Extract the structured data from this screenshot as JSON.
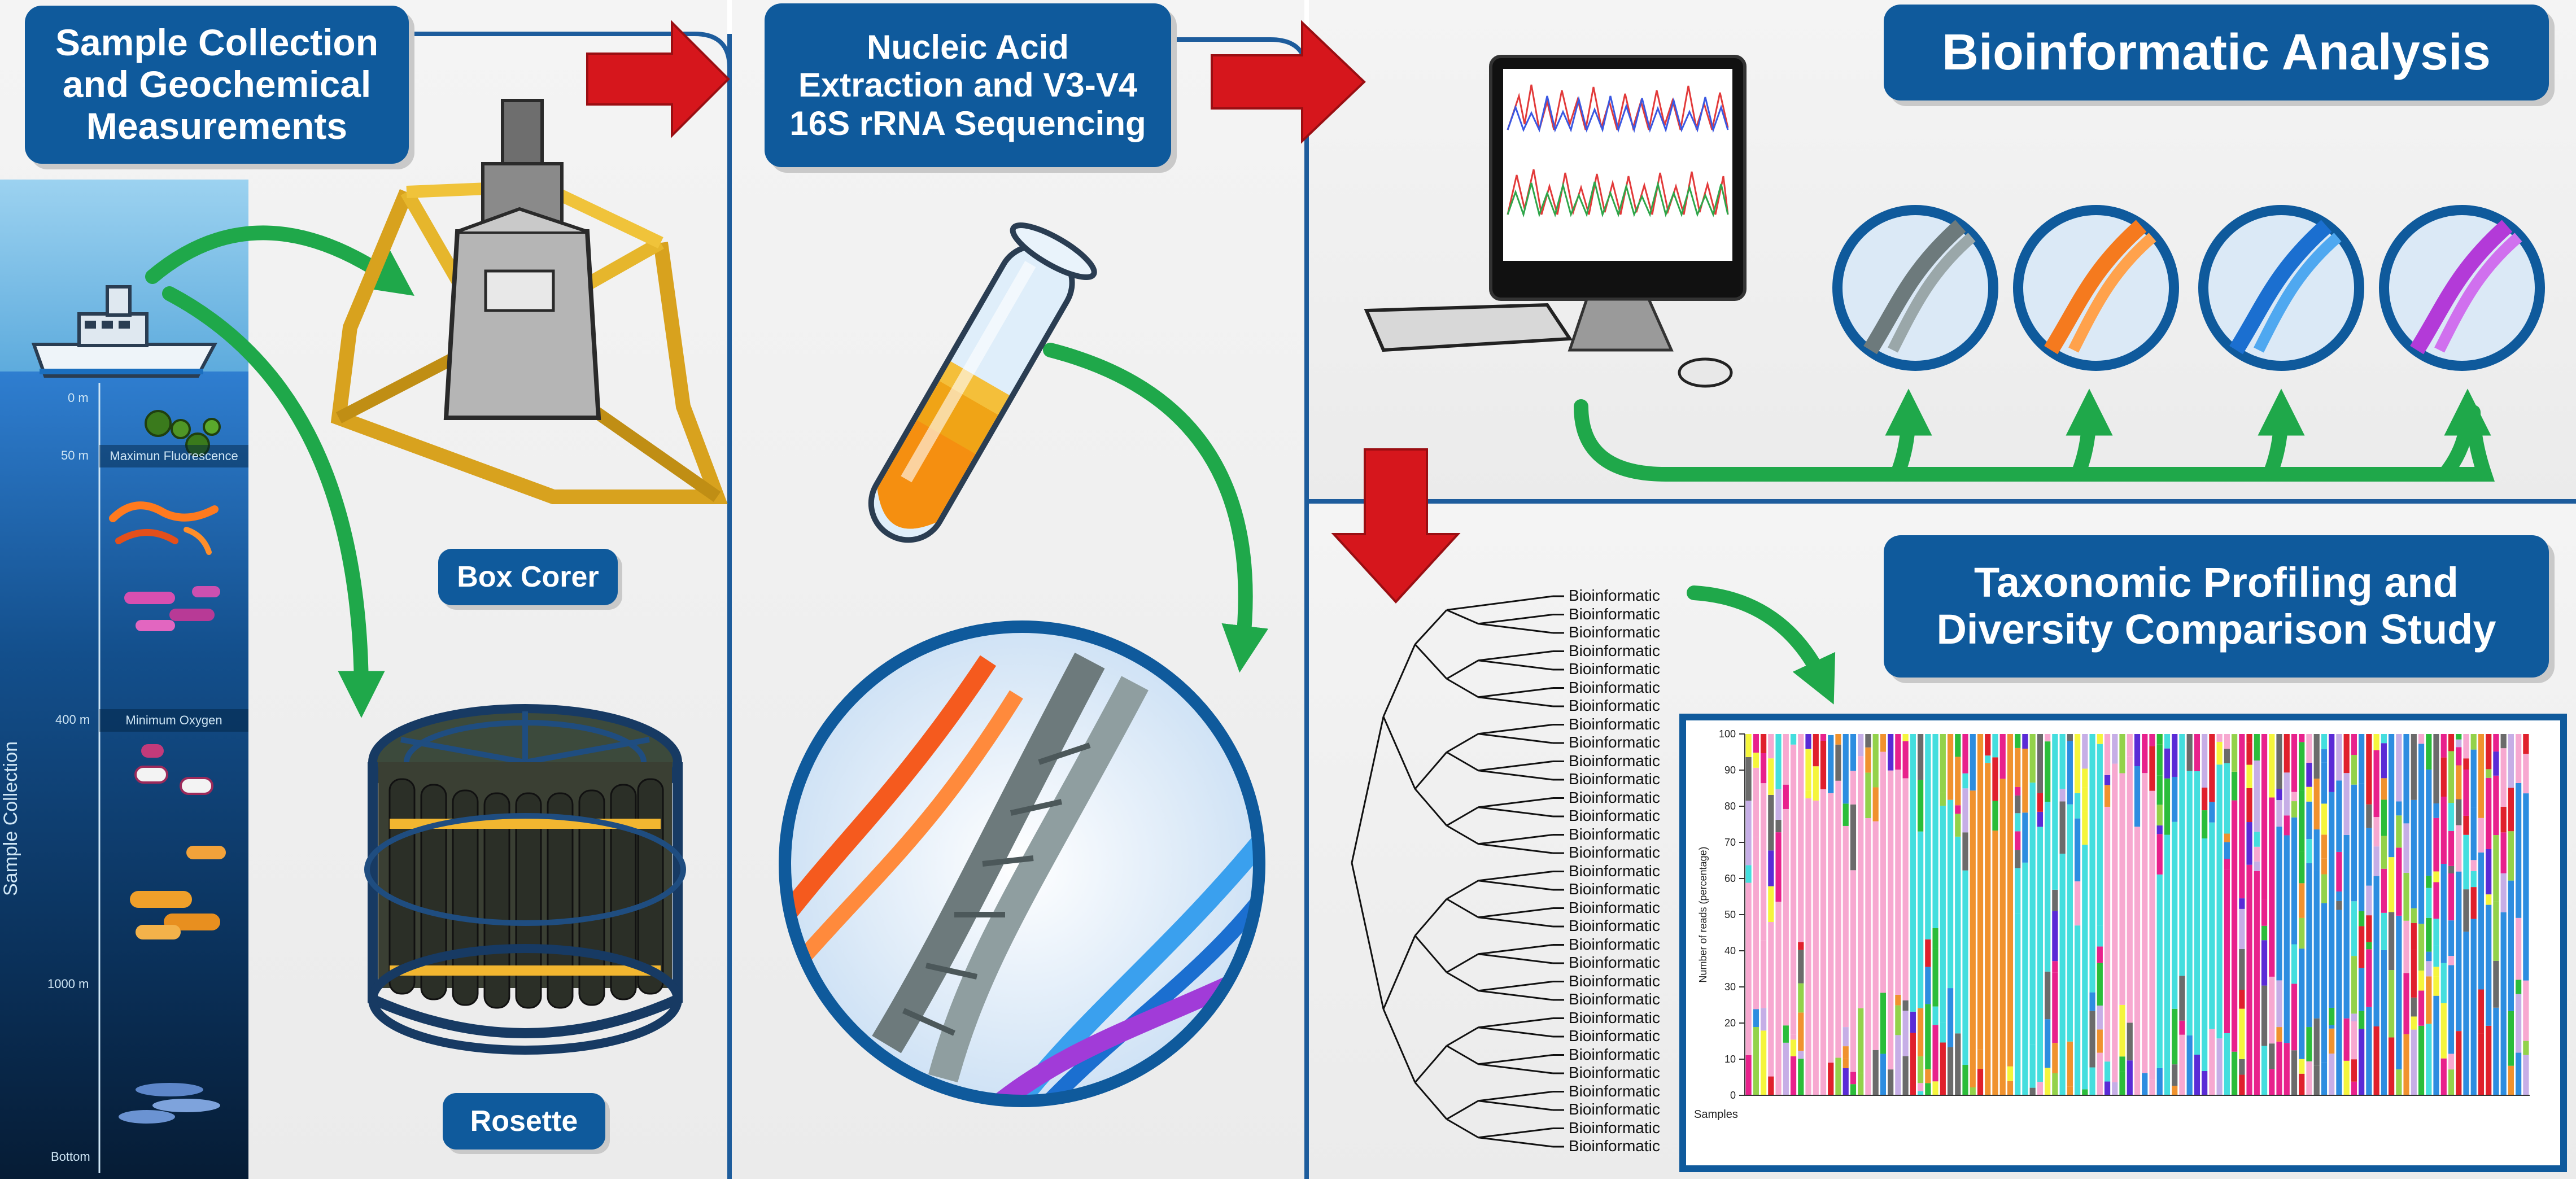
{
  "titles": {
    "sample_collection": "Sample Collection and  Geochemical Measurements",
    "extraction": "Nucleic Acid Extraction and V3-V4 16S rRNA Sequencing",
    "bioinformatic": "Bioinformatic Analysis",
    "taxonomic": "Taxonomic Profiling and Diversity Comparison Study"
  },
  "labels": {
    "box_corer": "Box Corer",
    "rosette": "Rosette",
    "sample_collection_vertical": "Sample Collection"
  },
  "depths": {
    "d0": "0 m",
    "d50": "50 m",
    "d400": "400 m",
    "d1000": "1000 m",
    "bottom": "Bottom"
  },
  "zones": {
    "max_fluorescence": "Maximun Fluorescence",
    "min_oxygen": "Minimum Oxygen"
  },
  "dendrogram": {
    "leaf_label": "Bioinformatic",
    "leaf_count": 31
  },
  "colors": {
    "brand_blue": "#0f5a9c",
    "arrow_red": "#d6161c",
    "arrow_green": "#1fa84a",
    "divider": "#1d5c9c"
  },
  "chart_data": {
    "type": "bar",
    "stacked": true,
    "ylabel": "Number of reads (percentage)",
    "xlabel": "Samples",
    "ylim": [
      0,
      100
    ],
    "yticks": [
      0,
      10,
      20,
      30,
      40,
      50,
      60,
      70,
      80,
      90,
      100
    ],
    "palette": [
      "#e8218c",
      "#6b6b6b",
      "#f7a8d0",
      "#44dede",
      "#f0922e",
      "#f5f53c",
      "#2d8de0",
      "#c6aee6",
      "#2bbd3a",
      "#e0202c",
      "#5a2bd6",
      "#93d24a"
    ],
    "bar_count": 105,
    "group_pattern": [
      {
        "count": 6,
        "dominant": 2,
        "share": 48
      },
      {
        "count": 16,
        "dominant": 2,
        "share": 70
      },
      {
        "count": 8,
        "dominant": 3,
        "share": 62
      },
      {
        "count": 6,
        "dominant": 4,
        "share": 82
      },
      {
        "count": 12,
        "dominant": 3,
        "share": 58
      },
      {
        "count": 7,
        "dominant": 2,
        "share": 75
      },
      {
        "count": 9,
        "dominant": 3,
        "share": 64
      },
      {
        "count": 7,
        "dominant": 0,
        "share": 55
      },
      {
        "count": 10,
        "dominant": 6,
        "share": 45
      },
      {
        "count": 24,
        "dominant": 6,
        "share": 38
      }
    ]
  }
}
